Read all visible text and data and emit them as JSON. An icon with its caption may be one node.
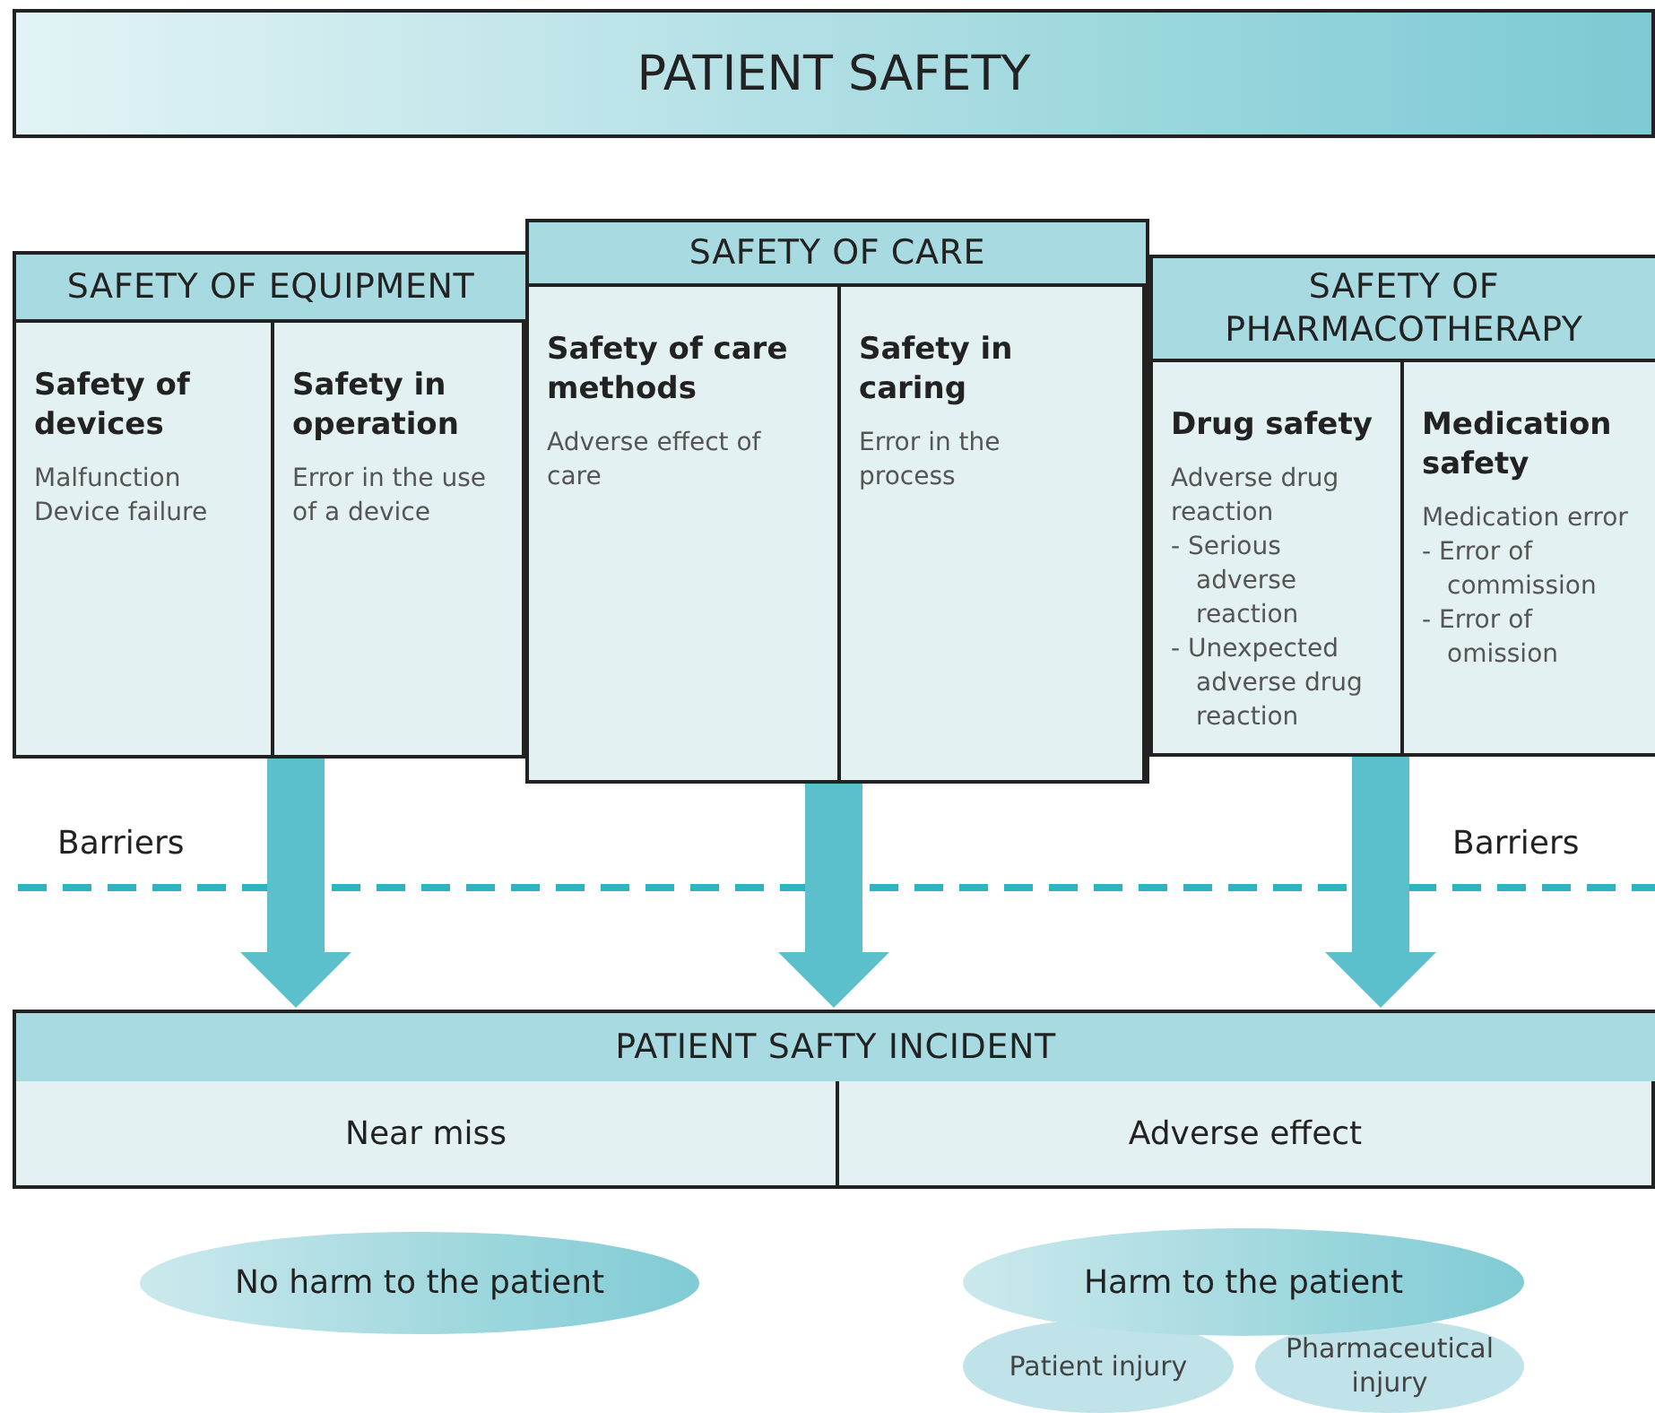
{
  "diagram": {
    "nodes": [
      {
        "text": [
          "PATIENT SAFETY"
        ]
      },
      {
        "text": [
          "SAFETY OF EQUIPMENT"
        ]
      },
      {
        "text": [
          "Safety of devices",
          "Malfunction",
          "Device failure"
        ],
        "in": 1
      },
      {
        "text": [
          "Safety in operation",
          "Error in the use of a device"
        ],
        "in": 1
      },
      {
        "text": [
          "SAFETY OF CARE"
        ]
      },
      {
        "text": [
          "Safety of care methods",
          "Adverse effect of care"
        ],
        "in": 4
      },
      {
        "text": [
          "Safety in caring",
          "Error in the process"
        ],
        "in": 4
      },
      {
        "text": [
          "SAFETY OF PHARMACOTHERAPY"
        ]
      },
      {
        "text": [
          "Drug safety",
          "Adverse drug reaction",
          "- Serious adverse reaction",
          "- Unexpected adverse drug reaction"
        ],
        "in": 7
      },
      {
        "text": [
          "Medication safety",
          "Medication error",
          "- Error of commission",
          "- Error of omission"
        ],
        "in": 7
      },
      {
        "text": [
          "PATIENT SAFTY INCIDENT"
        ]
      },
      {
        "text": [
          "Near miss"
        ],
        "in": 10
      },
      {
        "text": [
          "Adverse effect"
        ],
        "in": 10
      },
      {
        "text": [
          "No harm to the patient"
        ]
      },
      {
        "text": [
          "Patient injury"
        ]
      },
      {
        "text": [
          "Pharmaceutical injury"
        ]
      },
      {
        "text": [
          "Harm to the patient"
        ]
      }
    ],
    "edges": [
      {
        "from": 1,
        "to": 10,
        "arrow": "to"
      },
      {
        "from": 4,
        "to": 10,
        "arrow": "to"
      },
      {
        "from": 7,
        "to": 10,
        "arrow": "to"
      }
    ],
    "labels": [
      "Barriers",
      "Barriers"
    ]
  }
}
